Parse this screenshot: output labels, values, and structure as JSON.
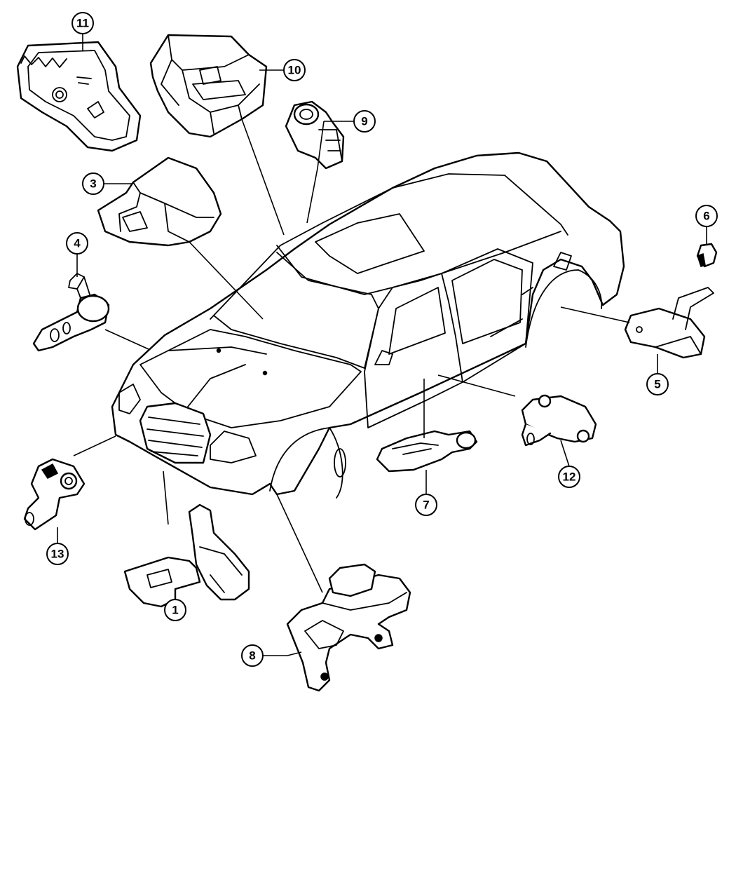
{
  "callouts": [
    {
      "id": "1",
      "label": "1"
    },
    {
      "id": "3",
      "label": "3"
    },
    {
      "id": "4",
      "label": "4"
    },
    {
      "id": "5",
      "label": "5"
    },
    {
      "id": "6",
      "label": "6"
    },
    {
      "id": "7",
      "label": "7"
    },
    {
      "id": "8",
      "label": "8"
    },
    {
      "id": "9",
      "label": "9"
    },
    {
      "id": "10",
      "label": "10"
    },
    {
      "id": "11",
      "label": "11"
    },
    {
      "id": "12",
      "label": "12"
    },
    {
      "id": "13",
      "label": "13"
    }
  ],
  "colors": {
    "line": "#000000",
    "background": "#ffffff"
  }
}
